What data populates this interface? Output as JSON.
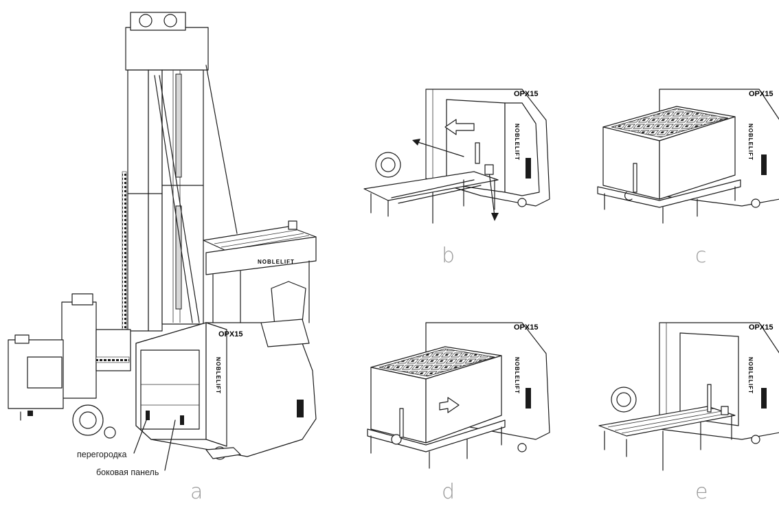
{
  "brand": {
    "model": "OPX15",
    "logo_text": "NOBLELIFT"
  },
  "figures": [
    {
      "key": "a",
      "label": "a"
    },
    {
      "key": "b",
      "label": "b"
    },
    {
      "key": "c",
      "label": "c"
    },
    {
      "key": "d",
      "label": "d"
    },
    {
      "key": "e",
      "label": "e"
    }
  ],
  "callouts": {
    "partition": "перегородка",
    "side_panel": "боковая панель"
  }
}
